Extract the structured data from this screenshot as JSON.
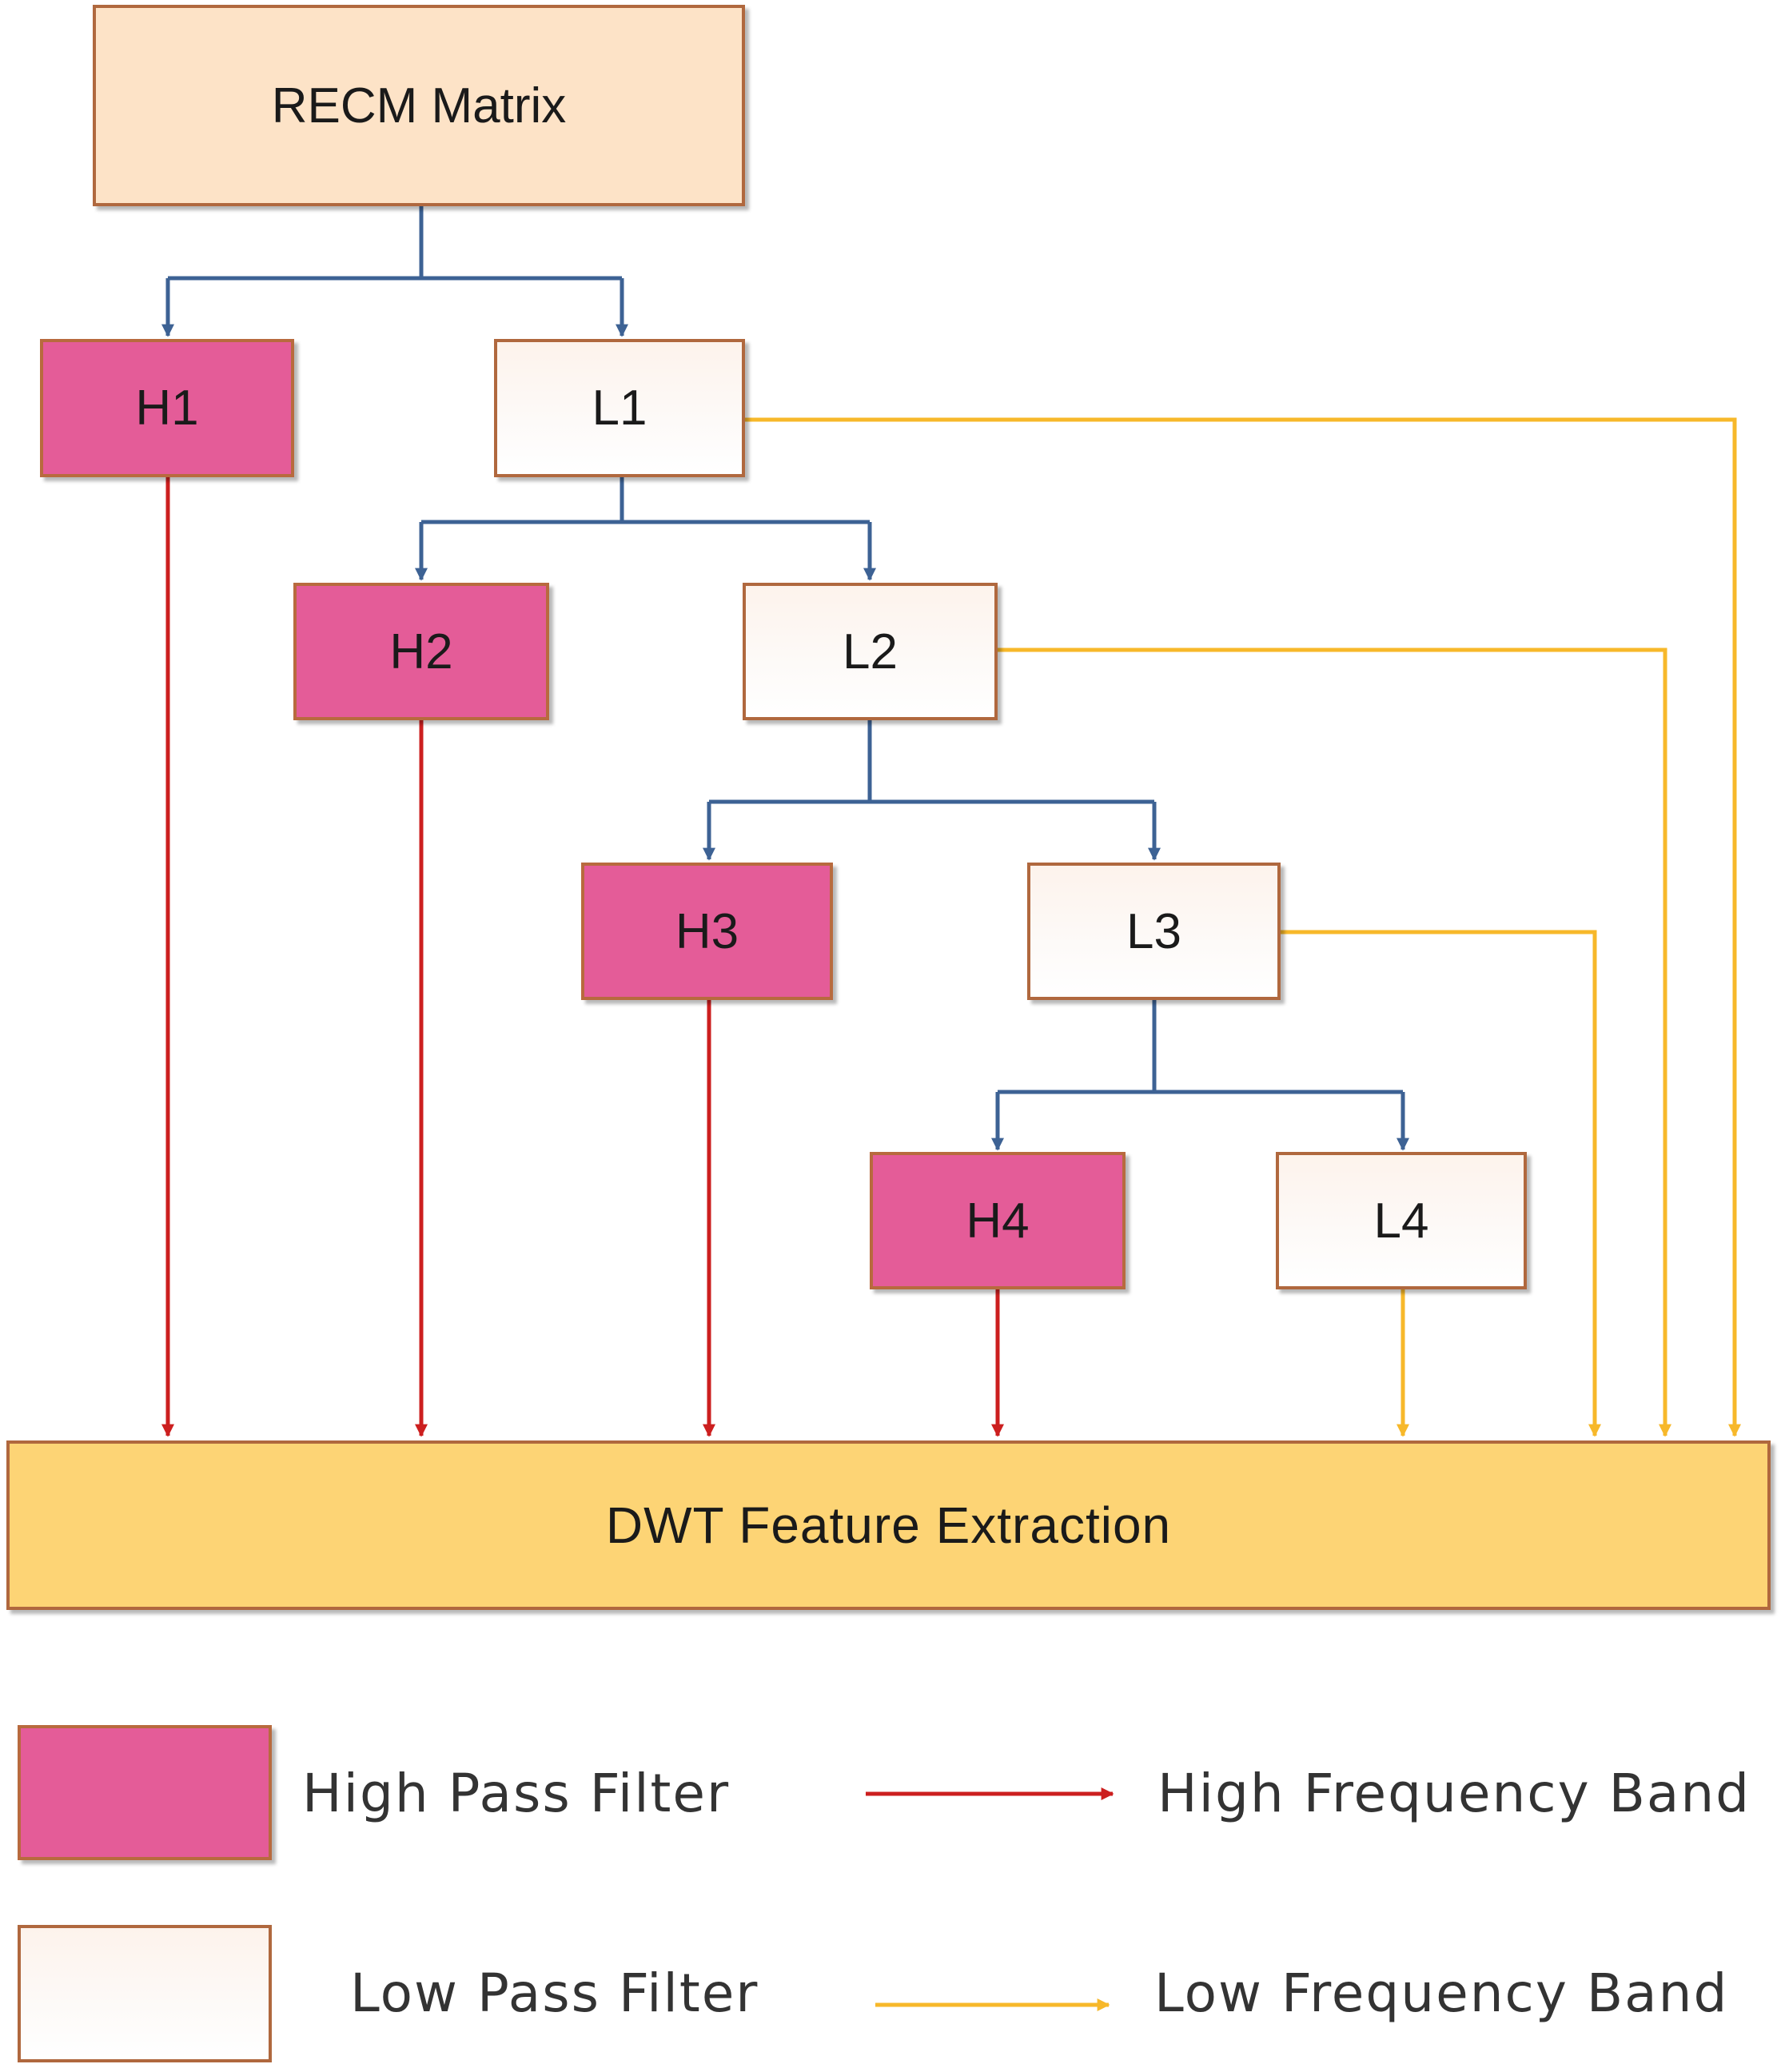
{
  "nodes": {
    "recm": "RECM Matrix",
    "h1": "H1",
    "l1": "L1",
    "h2": "H2",
    "l2": "L2",
    "h3": "H3",
    "l3": "L3",
    "h4": "H4",
    "l4": "L4",
    "dwt": "DWT Feature Extraction"
  },
  "legend": {
    "high_pass": "High Pass Filter",
    "low_pass": "Low Pass Filter",
    "high_band": "High Frequency Band",
    "low_band": "Low Frequency Band"
  },
  "colors": {
    "high_pass_fill": "#e45c98",
    "low_pass_fill": "#fdf6f1",
    "recm_fill": "#fde3c7",
    "dwt_fill": "#fdd475",
    "box_border": "#b0683e",
    "split_connector": "#3d6294",
    "high_frequency_arrow": "#cc1f1f",
    "low_frequency_arrow": "#f7b82a"
  }
}
